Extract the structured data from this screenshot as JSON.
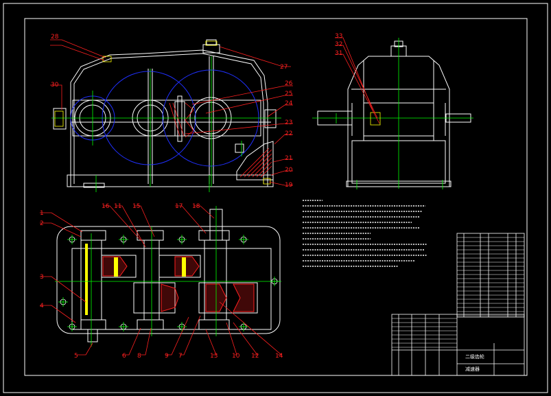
{
  "drawing": {
    "title_block_title": "二级齿轮",
    "title_block_sub": "减速器",
    "front_view_labels": [
      "28",
      "27",
      "30",
      "26",
      "25",
      "24",
      "23",
      "22",
      "21",
      "20",
      "19"
    ],
    "side_view_labels": [
      "33",
      "32",
      "31"
    ],
    "plan_view_labels_top": [
      "1",
      "2",
      "3",
      "4",
      "16",
      "11",
      "15",
      "17",
      "18"
    ],
    "plan_view_labels_bottom": [
      "5",
      "6",
      "8",
      "9",
      "7",
      "13",
      "10",
      "12",
      "14"
    ]
  },
  "colors": {
    "background": "#000000",
    "outline": "#ffffff",
    "centerline": "#00ff00",
    "pitch_circle": "#2030ff",
    "leader": "#ff2020",
    "hatch": "#ff2020",
    "yellow": "#ffff00"
  }
}
